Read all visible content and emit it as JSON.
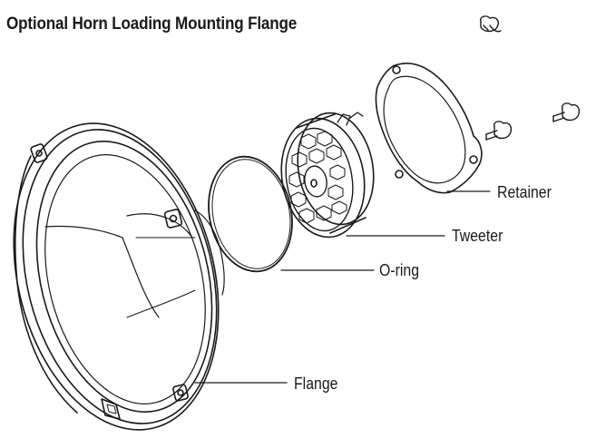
{
  "diagram": {
    "title": "Optional Horn Loading Mounting Flange",
    "labels": {
      "retainer": "Retainer",
      "tweeter": "Tweeter",
      "oring": "O-ring",
      "flange": "Flange"
    },
    "colors": {
      "stroke": "#1a1a1a",
      "background": "#ffffff"
    }
  }
}
